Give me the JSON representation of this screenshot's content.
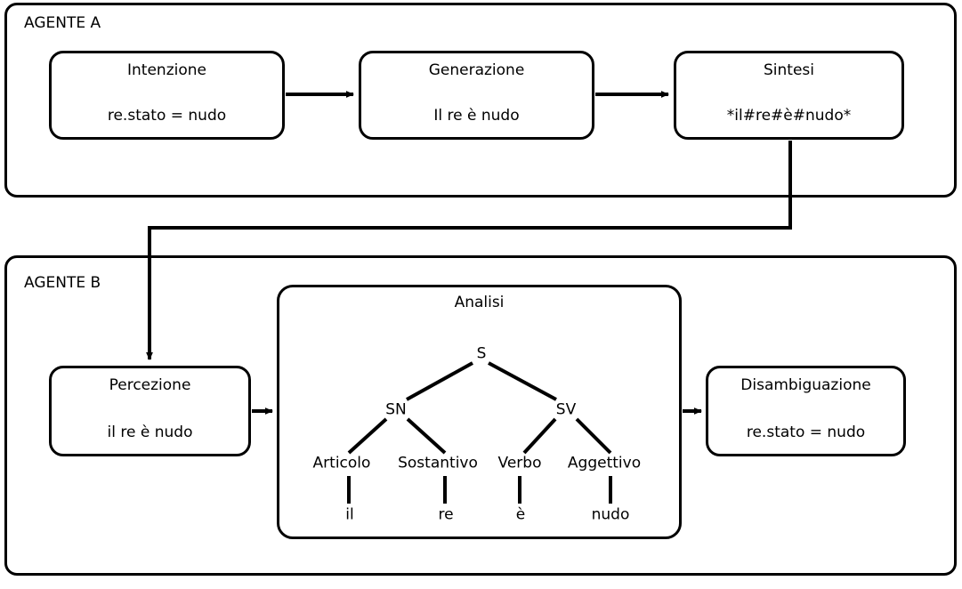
{
  "diagram": {
    "agents": [
      {
        "id": "agent-a",
        "label": "AGENTE A",
        "nodes": [
          {
            "id": "intenzione",
            "title": "Intenzione",
            "value": "re.stato = nudo"
          },
          {
            "id": "generazione",
            "title": "Generazione",
            "value": "Il re è nudo"
          },
          {
            "id": "sintesi",
            "title": "Sintesi",
            "value": "*il#re#è#nudo*"
          }
        ]
      },
      {
        "id": "agent-b",
        "label": "AGENTE B",
        "nodes": [
          {
            "id": "percezione",
            "title": "Percezione",
            "value": "il re è nudo"
          },
          {
            "id": "disambiguazione",
            "title": "Disambiguazione",
            "value": "re.stato = nudo"
          }
        ],
        "analysis": {
          "title": "Analisi",
          "tree": {
            "root": "S",
            "phrases": [
              "SN",
              "SV"
            ],
            "pos": [
              "Articolo",
              "Sostantivo",
              "Verbo",
              "Aggettivo"
            ],
            "words": [
              "il",
              "re",
              "è",
              "nudo"
            ]
          }
        }
      }
    ],
    "colors": {
      "stroke": "#000000",
      "background": "#ffffff"
    }
  }
}
